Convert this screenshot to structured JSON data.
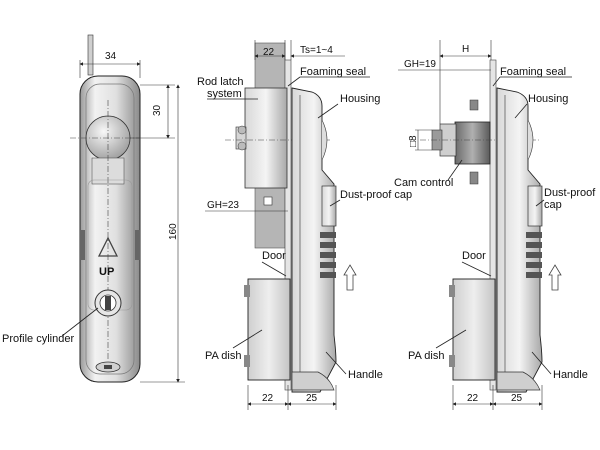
{
  "colors": {
    "line": "#222222",
    "metal_dark": "#7a7a7a",
    "metal_light": "#e8e8e8",
    "door": "#b5b5b5"
  },
  "dims": {
    "w34": "34",
    "h30": "30",
    "h160": "160",
    "v1_22": "22",
    "v1_ts": "Ts=1~4",
    "v1_gh": "GH=23",
    "v1_b22": "22",
    "v1_b25": "25",
    "v2_h": "H",
    "v2_gh": "GH=19",
    "v2_sq": "□8",
    "v2_b22": "22",
    "v2_b25": "25"
  },
  "labels": {
    "up_text": "UP",
    "profile_cylinder": "Profile cylinder",
    "rod_latch_1": "Rod latch",
    "rod_latch_2": "system",
    "foaming_seal": "Foaming seal",
    "housing": "Housing",
    "dust_cap_1": "Dust-proof cap",
    "door": "Door",
    "pa_dish": "PA dish",
    "handle": "Handle",
    "foaming_seal_2": "Foaming seal",
    "housing_2": "Housing",
    "cam_control": "Cam control",
    "dust_cap_2a": "Dust-proof",
    "dust_cap_2b": "cap",
    "door_2": "Door",
    "pa_dish_2": "PA dish",
    "handle_2": "Handle"
  }
}
